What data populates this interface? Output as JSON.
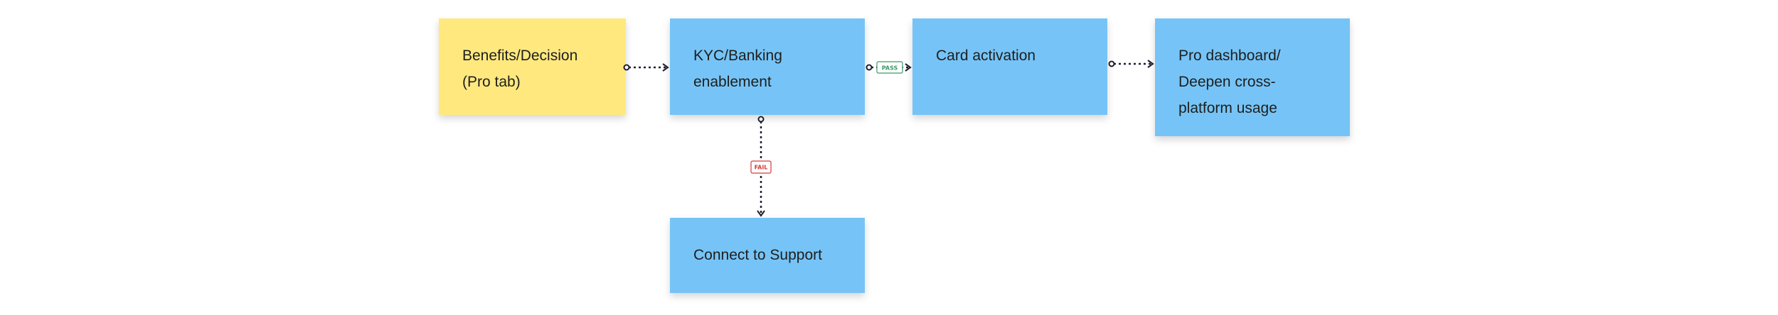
{
  "colors": {
    "sticky_yellow": "#ffe97f",
    "sticky_blue": "#76c4f7",
    "connector": "#1e1e2e",
    "pass": "#3a9a68",
    "fail": "#d63a3a"
  },
  "nodes": {
    "benefits": {
      "text": "Benefits/Decision\n(Pro tab)"
    },
    "kyc": {
      "text": "KYC/Banking\nenablement"
    },
    "card": {
      "text": "Card activation"
    },
    "pro": {
      "text": "Pro dashboard/\nDeepen cross-\nplatform usage"
    },
    "support": {
      "text": "Connect to Support"
    }
  },
  "connectors": {
    "pass_label": "PASS",
    "fail_label": "FAIL"
  }
}
